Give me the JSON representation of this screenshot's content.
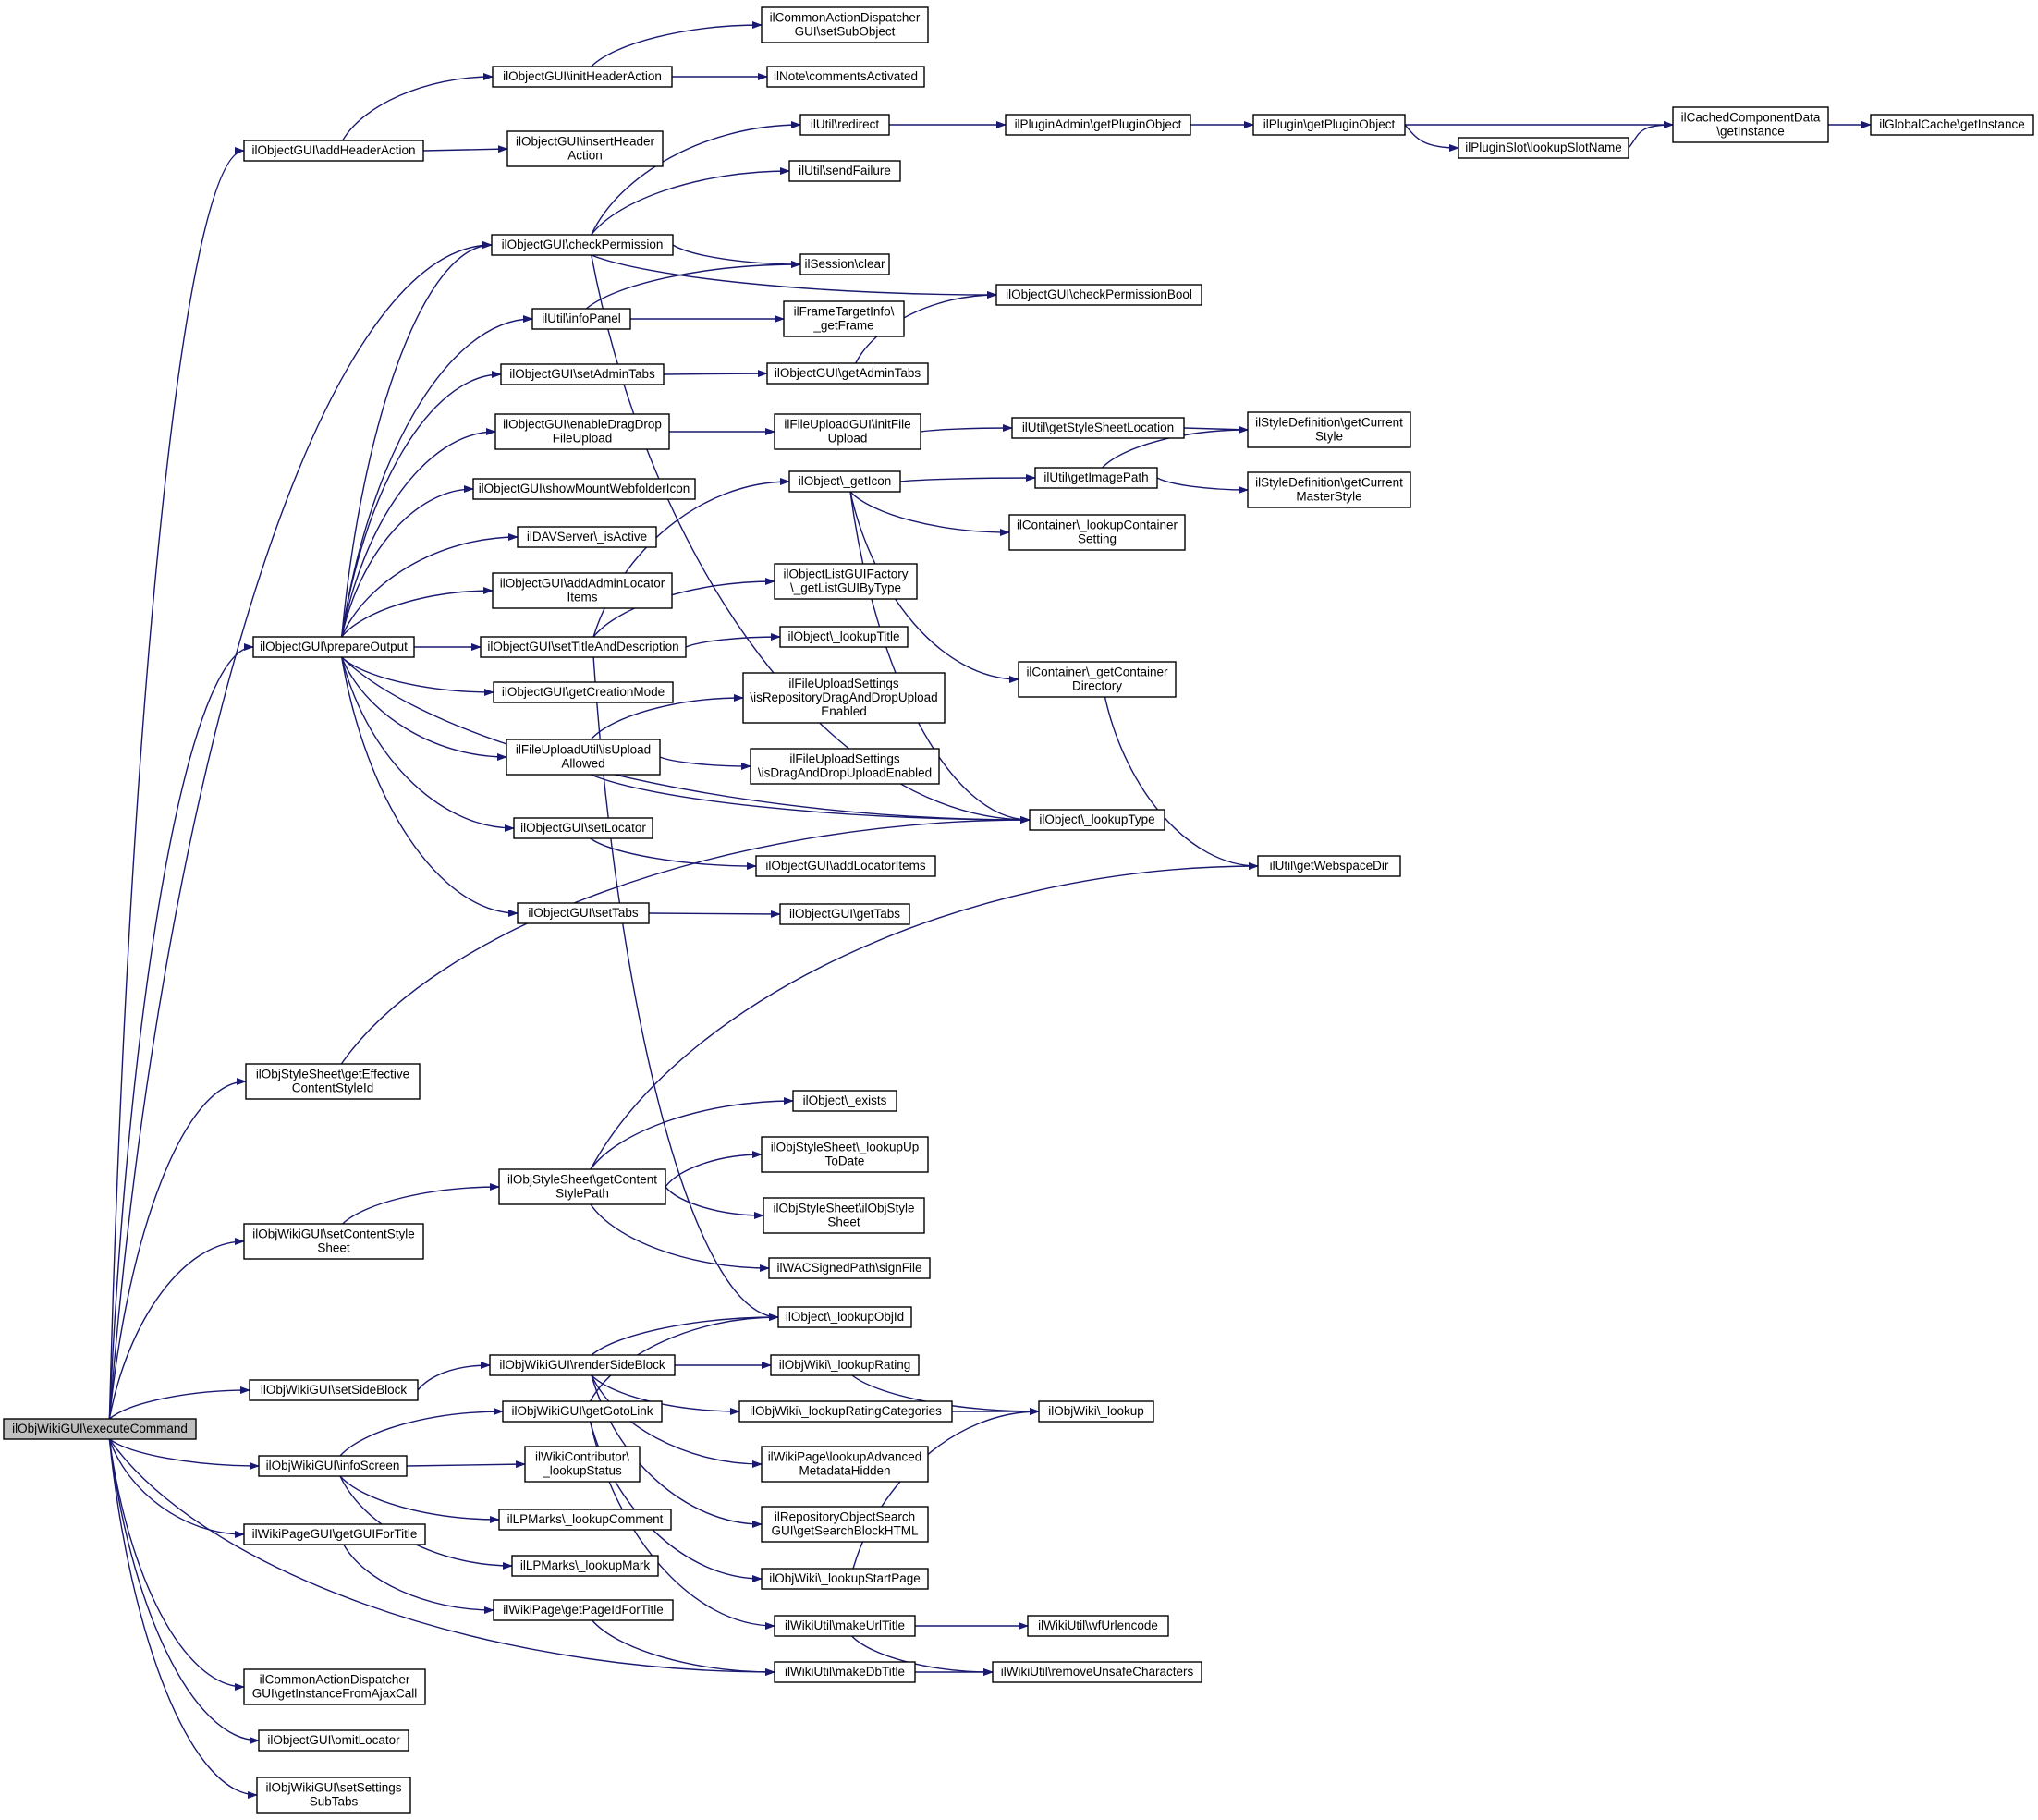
{
  "nodes": [
    {
      "id": "executeCommand",
      "lines": [
        "ilObjWikiGUI\\executeCommand"
      ],
      "root": true
    },
    {
      "id": "addHeaderAction",
      "lines": [
        "ilObjectGUI\\addHeaderAction"
      ]
    },
    {
      "id": "prepareOutput",
      "lines": [
        "ilObjectGUI\\prepareOutput"
      ]
    },
    {
      "id": "getEffectiveContentStyleId",
      "lines": [
        "ilObjStyleSheet\\getEffective",
        "ContentStyleId"
      ]
    },
    {
      "id": "setContentStyleSheet",
      "lines": [
        "ilObjWikiGUI\\setContentStyle",
        "Sheet"
      ]
    },
    {
      "id": "setSideBlock",
      "lines": [
        "ilObjWikiGUI\\setSideBlock"
      ]
    },
    {
      "id": "infoScreen",
      "lines": [
        "ilObjWikiGUI\\infoScreen"
      ]
    },
    {
      "id": "getGUIForTitle",
      "lines": [
        "ilWikiPageGUI\\getGUIForTitle"
      ]
    },
    {
      "id": "getInstanceFromAjaxCall",
      "lines": [
        "ilCommonActionDispatcher",
        "GUI\\getInstanceFromAjaxCall"
      ]
    },
    {
      "id": "omitLocator",
      "lines": [
        "ilObjectGUI\\omitLocator"
      ]
    },
    {
      "id": "setSettingsSubTabs",
      "lines": [
        "ilObjWikiGUI\\setSettings",
        "SubTabs"
      ]
    },
    {
      "id": "initHeaderAction",
      "lines": [
        "ilObjectGUI\\initHeaderAction"
      ]
    },
    {
      "id": "insertHeaderAction",
      "lines": [
        "ilObjectGUI\\insertHeader",
        "Action"
      ]
    },
    {
      "id": "setSubObject",
      "lines": [
        "ilCommonActionDispatcher",
        "GUI\\setSubObject"
      ]
    },
    {
      "id": "commentsActivated",
      "lines": [
        "ilNote\\commentsActivated"
      ]
    },
    {
      "id": "checkPermission",
      "lines": [
        "ilObjectGUI\\checkPermission"
      ]
    },
    {
      "id": "infoPanel",
      "lines": [
        "ilUtil\\infoPanel"
      ]
    },
    {
      "id": "setAdminTabs",
      "lines": [
        "ilObjectGUI\\setAdminTabs"
      ]
    },
    {
      "id": "enableDragDropFileUpload",
      "lines": [
        "ilObjectGUI\\enableDragDrop",
        "FileUpload"
      ]
    },
    {
      "id": "showMountWebfolderIcon",
      "lines": [
        "ilObjectGUI\\showMountWebfolderIcon"
      ]
    },
    {
      "id": "isActive",
      "lines": [
        "ilDAVServer\\_isActive"
      ]
    },
    {
      "id": "addAdminLocatorItems",
      "lines": [
        "ilObjectGUI\\addAdminLocator",
        "Items"
      ]
    },
    {
      "id": "setTitleAndDescription",
      "lines": [
        "ilObjectGUI\\setTitleAndDescription"
      ]
    },
    {
      "id": "getCreationMode",
      "lines": [
        "ilObjectGUI\\getCreationMode"
      ]
    },
    {
      "id": "isUploadAllowed",
      "lines": [
        "ilFileUploadUtil\\isUpload",
        "Allowed"
      ]
    },
    {
      "id": "setLocator",
      "lines": [
        "ilObjectGUI\\setLocator"
      ]
    },
    {
      "id": "setTabs",
      "lines": [
        "ilObjectGUI\\setTabs"
      ]
    },
    {
      "id": "redirect",
      "lines": [
        "ilUtil\\redirect"
      ]
    },
    {
      "id": "sendFailure",
      "lines": [
        "ilUtil\\sendFailure"
      ]
    },
    {
      "id": "sessionClear",
      "lines": [
        "ilSession\\clear"
      ]
    },
    {
      "id": "getFrame",
      "lines": [
        "ilFrameTargetInfo\\",
        "_getFrame"
      ]
    },
    {
      "id": "getAdminTabs",
      "lines": [
        "ilObjectGUI\\getAdminTabs"
      ]
    },
    {
      "id": "initFileUpload",
      "lines": [
        "ilFileUploadGUI\\initFile",
        "Upload"
      ]
    },
    {
      "id": "getIcon",
      "lines": [
        "ilObject\\_getIcon"
      ]
    },
    {
      "id": "getListGUIByType",
      "lines": [
        "ilObjectListGUIFactory",
        "\\_getListGUIByType"
      ]
    },
    {
      "id": "lookupTitle",
      "lines": [
        "ilObject\\_lookupTitle"
      ]
    },
    {
      "id": "isRepositoryDragAndDropUploadEnabled",
      "lines": [
        "ilFileUploadSettings",
        "\\isRepositoryDragAndDropUpload",
        "Enabled"
      ]
    },
    {
      "id": "isDragAndDropUploadEnabled",
      "lines": [
        "ilFileUploadSettings",
        "\\isDragAndDropUploadEnabled"
      ]
    },
    {
      "id": "addLocatorItems",
      "lines": [
        "ilObjectGUI\\addLocatorItems"
      ]
    },
    {
      "id": "getTabs",
      "lines": [
        "ilObjectGUI\\getTabs"
      ]
    },
    {
      "id": "getPluginObjectAdmin",
      "lines": [
        "ilPluginAdmin\\getPluginObject"
      ]
    },
    {
      "id": "checkPermissionBool",
      "lines": [
        "ilObjectGUI\\checkPermissionBool"
      ]
    },
    {
      "id": "getStyleSheetLocation",
      "lines": [
        "ilUtil\\getStyleSheetLocation"
      ]
    },
    {
      "id": "getImagePath",
      "lines": [
        "ilUtil\\getImagePath"
      ]
    },
    {
      "id": "lookupContainerSetting",
      "lines": [
        "ilContainer\\_lookupContainer",
        "Setting"
      ]
    },
    {
      "id": "getContainerDirectory",
      "lines": [
        "ilContainer\\_getContainer",
        "Directory"
      ]
    },
    {
      "id": "lookupType",
      "lines": [
        "ilObject\\_lookupType"
      ]
    },
    {
      "id": "getPluginObject",
      "lines": [
        "ilPlugin\\getPluginObject"
      ]
    },
    {
      "id": "lookupSlotName",
      "lines": [
        "ilPluginSlot\\lookupSlotName"
      ]
    },
    {
      "id": "getCurrentStyle",
      "lines": [
        "ilStyleDefinition\\getCurrent",
        "Style"
      ]
    },
    {
      "id": "getCurrentMasterStyle",
      "lines": [
        "ilStyleDefinition\\getCurrent",
        "MasterStyle"
      ]
    },
    {
      "id": "getWebspaceDir",
      "lines": [
        "ilUtil\\getWebspaceDir"
      ]
    },
    {
      "id": "cachedGetInstance",
      "lines": [
        "ilCachedComponentData",
        "\\getInstance"
      ]
    },
    {
      "id": "globalCacheGetInstance",
      "lines": [
        "ilGlobalCache\\getInstance"
      ]
    },
    {
      "id": "getContentStylePath",
      "lines": [
        "ilObjStyleSheet\\getContent",
        "StylePath"
      ]
    },
    {
      "id": "objExists",
      "lines": [
        "ilObject\\_exists"
      ]
    },
    {
      "id": "lookupUpToDate",
      "lines": [
        "ilObjStyleSheet\\_lookupUp",
        "ToDate"
      ]
    },
    {
      "id": "ilObjStyleSheet",
      "lines": [
        "ilObjStyleSheet\\ilObjStyle",
        "Sheet"
      ]
    },
    {
      "id": "signFile",
      "lines": [
        "ilWACSignedPath\\signFile"
      ]
    },
    {
      "id": "lookupObjId",
      "lines": [
        "ilObject\\_lookupObjId"
      ]
    },
    {
      "id": "renderSideBlock",
      "lines": [
        "ilObjWikiGUI\\renderSideBlock"
      ]
    },
    {
      "id": "getGotoLink",
      "lines": [
        "ilObjWikiGUI\\getGotoLink"
      ]
    },
    {
      "id": "lookupRating",
      "lines": [
        "ilObjWiki\\_lookupRating"
      ]
    },
    {
      "id": "lookupRatingCategories",
      "lines": [
        "ilObjWiki\\_lookupRatingCategories"
      ]
    },
    {
      "id": "wikiLookup",
      "lines": [
        "ilObjWiki\\_lookup"
      ]
    },
    {
      "id": "lookupAdvancedMetadataHidden",
      "lines": [
        "ilWikiPage\\lookupAdvanced",
        "MetadataHidden"
      ]
    },
    {
      "id": "getSearchBlockHTML",
      "lines": [
        "ilRepositoryObjectSearch",
        "GUI\\getSearchBlockHTML"
      ]
    },
    {
      "id": "lookupStartPage",
      "lines": [
        "ilObjWiki\\_lookupStartPage"
      ]
    },
    {
      "id": "contributorLookupStatus",
      "lines": [
        "ilWikiContributor\\",
        "_lookupStatus"
      ]
    },
    {
      "id": "lookupComment",
      "lines": [
        "ilLPMarks\\_lookupComment"
      ]
    },
    {
      "id": "lookupMark",
      "lines": [
        "ilLPMarks\\_lookupMark"
      ]
    },
    {
      "id": "makeUrlTitle",
      "lines": [
        "ilWikiUtil\\makeUrlTitle"
      ]
    },
    {
      "id": "wfUrlencode",
      "lines": [
        "ilWikiUtil\\wfUrlencode"
      ]
    },
    {
      "id": "getPageIdForTitle",
      "lines": [
        "ilWikiPage\\getPageIdForTitle"
      ]
    },
    {
      "id": "makeDbTitle",
      "lines": [
        "ilWikiUtil\\makeDbTitle"
      ]
    },
    {
      "id": "removeUnsafeCharacters",
      "lines": [
        "ilWikiUtil\\removeUnsafeCharacters"
      ]
    }
  ],
  "edges": [
    [
      "executeCommand",
      "addHeaderAction"
    ],
    [
      "executeCommand",
      "prepareOutput"
    ],
    [
      "executeCommand",
      "checkPermission"
    ],
    [
      "executeCommand",
      "getEffectiveContentStyleId"
    ],
    [
      "executeCommand",
      "setContentStyleSheet"
    ],
    [
      "executeCommand",
      "setSideBlock"
    ],
    [
      "executeCommand",
      "infoScreen"
    ],
    [
      "executeCommand",
      "getGUIForTitle"
    ],
    [
      "executeCommand",
      "makeDbTitle"
    ],
    [
      "executeCommand",
      "getInstanceFromAjaxCall"
    ],
    [
      "executeCommand",
      "omitLocator"
    ],
    [
      "executeCommand",
      "setSettingsSubTabs"
    ],
    [
      "addHeaderAction",
      "initHeaderAction"
    ],
    [
      "addHeaderAction",
      "insertHeaderAction"
    ],
    [
      "initHeaderAction",
      "setSubObject"
    ],
    [
      "initHeaderAction",
      "commentsActivated"
    ],
    [
      "prepareOutput",
      "checkPermission"
    ],
    [
      "prepareOutput",
      "infoPanel"
    ],
    [
      "prepareOutput",
      "setAdminTabs"
    ],
    [
      "prepareOutput",
      "enableDragDropFileUpload"
    ],
    [
      "prepareOutput",
      "showMountWebfolderIcon"
    ],
    [
      "prepareOutput",
      "isActive"
    ],
    [
      "prepareOutput",
      "addAdminLocatorItems"
    ],
    [
      "prepareOutput",
      "setTitleAndDescription"
    ],
    [
      "prepareOutput",
      "getCreationMode"
    ],
    [
      "prepareOutput",
      "isUploadAllowed"
    ],
    [
      "prepareOutput",
      "setLocator"
    ],
    [
      "prepareOutput",
      "setTabs"
    ],
    [
      "prepareOutput",
      "lookupType"
    ],
    [
      "checkPermission",
      "redirect"
    ],
    [
      "checkPermission",
      "sendFailure"
    ],
    [
      "checkPermission",
      "sessionClear"
    ],
    [
      "checkPermission",
      "checkPermissionBool"
    ],
    [
      "checkPermission",
      "lookupType"
    ],
    [
      "infoPanel",
      "sessionClear"
    ],
    [
      "infoPanel",
      "getFrame"
    ],
    [
      "setAdminTabs",
      "getAdminTabs"
    ],
    [
      "getAdminTabs",
      "checkPermissionBool"
    ],
    [
      "enableDragDropFileUpload",
      "initFileUpload"
    ],
    [
      "initFileUpload",
      "getStyleSheetLocation"
    ],
    [
      "getStyleSheetLocation",
      "getCurrentStyle"
    ],
    [
      "setTitleAndDescription",
      "getIcon"
    ],
    [
      "setTitleAndDescription",
      "getListGUIByType"
    ],
    [
      "setTitleAndDescription",
      "lookupTitle"
    ],
    [
      "setTitleAndDescription",
      "lookupObjId"
    ],
    [
      "getIcon",
      "getImagePath"
    ],
    [
      "getIcon",
      "lookupContainerSetting"
    ],
    [
      "getIcon",
      "getContainerDirectory"
    ],
    [
      "getIcon",
      "lookupType"
    ],
    [
      "getImagePath",
      "getCurrentStyle"
    ],
    [
      "getImagePath",
      "getCurrentMasterStyle"
    ],
    [
      "getContainerDirectory",
      "getWebspaceDir"
    ],
    [
      "isUploadAllowed",
      "isRepositoryDragAndDropUploadEnabled"
    ],
    [
      "isUploadAllowed",
      "isDragAndDropUploadEnabled"
    ],
    [
      "isUploadAllowed",
      "lookupType"
    ],
    [
      "setLocator",
      "addLocatorItems"
    ],
    [
      "setTabs",
      "getTabs"
    ],
    [
      "redirect",
      "getPluginObjectAdmin"
    ],
    [
      "getPluginObjectAdmin",
      "getPluginObject"
    ],
    [
      "getPluginObject",
      "cachedGetInstance"
    ],
    [
      "getPluginObject",
      "lookupSlotName"
    ],
    [
      "lookupSlotName",
      "cachedGetInstance"
    ],
    [
      "cachedGetInstance",
      "globalCacheGetInstance"
    ],
    [
      "getEffectiveContentStyleId",
      "lookupType"
    ],
    [
      "setContentStyleSheet",
      "getContentStylePath"
    ],
    [
      "getContentStylePath",
      "getWebspaceDir"
    ],
    [
      "getContentStylePath",
      "objExists"
    ],
    [
      "getContentStylePath",
      "lookupUpToDate"
    ],
    [
      "getContentStylePath",
      "ilObjStyleSheet"
    ],
    [
      "getContentStylePath",
      "signFile"
    ],
    [
      "setSideBlock",
      "renderSideBlock"
    ],
    [
      "renderSideBlock",
      "lookupObjId"
    ],
    [
      "renderSideBlock",
      "lookupRating"
    ],
    [
      "renderSideBlock",
      "lookupRatingCategories"
    ],
    [
      "renderSideBlock",
      "lookupAdvancedMetadataHidden"
    ],
    [
      "renderSideBlock",
      "getSearchBlockHTML"
    ],
    [
      "lookupRating",
      "wikiLookup"
    ],
    [
      "lookupRatingCategories",
      "wikiLookup"
    ],
    [
      "infoScreen",
      "getGotoLink"
    ],
    [
      "infoScreen",
      "contributorLookupStatus"
    ],
    [
      "infoScreen",
      "lookupComment"
    ],
    [
      "infoScreen",
      "lookupMark"
    ],
    [
      "getGotoLink",
      "lookupObjId"
    ],
    [
      "getGotoLink",
      "lookupStartPage"
    ],
    [
      "getGotoLink",
      "makeUrlTitle"
    ],
    [
      "lookupStartPage",
      "wikiLookup"
    ],
    [
      "makeUrlTitle",
      "wfUrlencode"
    ],
    [
      "makeUrlTitle",
      "removeUnsafeCharacters"
    ],
    [
      "getGUIForTitle",
      "getPageIdForTitle"
    ],
    [
      "getPageIdForTitle",
      "makeDbTitle"
    ],
    [
      "makeDbTitle",
      "removeUnsafeCharacters"
    ]
  ]
}
